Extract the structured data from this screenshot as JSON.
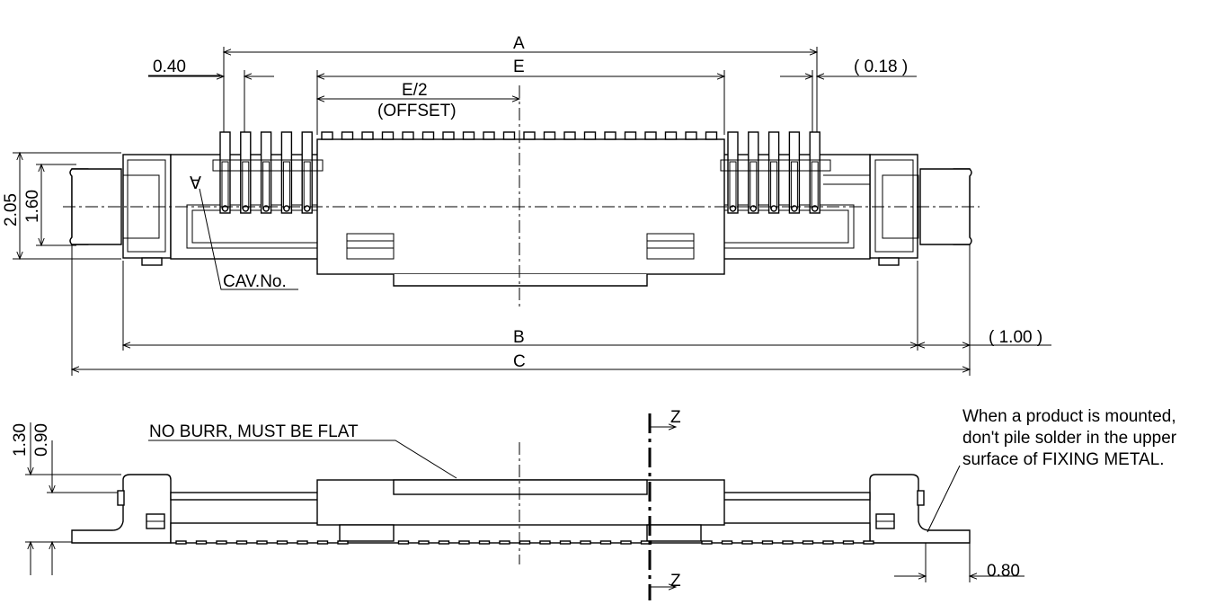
{
  "top_view": {
    "dim_A": "A",
    "dim_E": "E",
    "dim_E_half": "E/2",
    "offset_label": "(OFFSET)",
    "pitch": "0.40",
    "terminal_width": "( 0.18 )",
    "height_outer": "2.05",
    "height_inner": "1.60",
    "cav_mark": "∀",
    "cav_label": "CAV.No.",
    "dim_B": "B",
    "dim_C": "C",
    "overhang": "( 1.00 )"
  },
  "side_view": {
    "height_total": "1.30",
    "height_body": "0.90",
    "burr_note": "NO BURR, MUST BE FLAT",
    "section_top": "Z",
    "section_bottom": "Z",
    "solder_note_line1": "When a product is mounted,",
    "solder_note_line2": "don't pile solder in the upper",
    "solder_note_line3": "surface of FIXING METAL.",
    "foot_dim": "0.80"
  }
}
